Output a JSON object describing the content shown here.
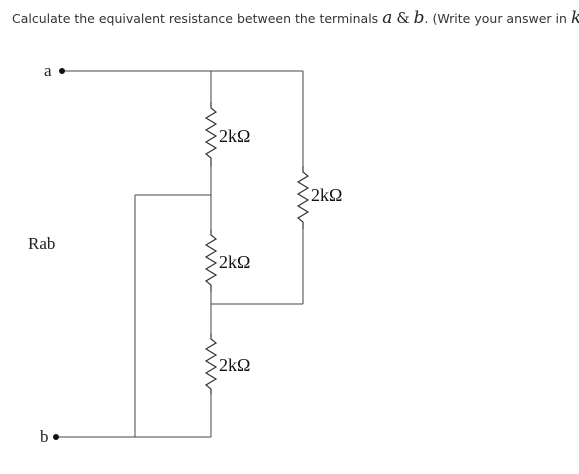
{
  "question": {
    "text_before": "Calculate the equivalent resistance between the terminals",
    "terminal_a": "a",
    "ampersand": "&",
    "terminal_b": "b",
    "text_after": ". (Write your answer in",
    "unit": "kΩ",
    "closing": ")"
  },
  "diagram": {
    "terminal_a_label": "a",
    "terminal_b_label": "b",
    "rab_label": "Rab",
    "resistors": [
      {
        "label": "2kΩ"
      },
      {
        "label": "2kΩ"
      },
      {
        "label": "2kΩ"
      },
      {
        "label": "2kΩ"
      }
    ]
  }
}
